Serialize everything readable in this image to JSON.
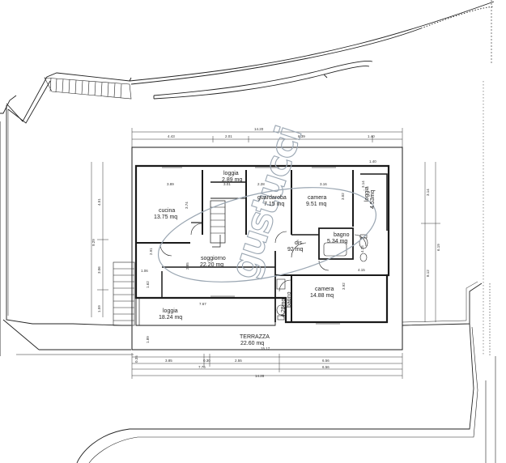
{
  "watermark": "gustucci",
  "rooms": [
    {
      "id": "cucina",
      "name": "cucina",
      "area": "13.75 mq"
    },
    {
      "id": "loggia-top",
      "name": "loggia",
      "area": "2.89  mq"
    },
    {
      "id": "guardaroba",
      "name": "guardaroba",
      "area": "7.15 mq"
    },
    {
      "id": "camera-top",
      "name": "camera",
      "area": "9.51 mq"
    },
    {
      "id": "loggia-right",
      "name": "loggia",
      "area": "4.53mq"
    },
    {
      "id": "dis",
      "name": "dis.",
      "area": "92 mq"
    },
    {
      "id": "bagno",
      "name": "bagno",
      "area": "5.34 mq"
    },
    {
      "id": "soggiorno",
      "name": "soggiorno",
      "area": "22.20 mq"
    },
    {
      "id": "camera-bot",
      "name": "camera",
      "area": "14.88 mq"
    },
    {
      "id": "bagno2",
      "name": "bagno",
      "area": "4.28mq"
    },
    {
      "id": "loggia-bot",
      "name": "loggia",
      "area": "18.24 mq"
    },
    {
      "id": "terrazza",
      "name": "TERRAZZA",
      "area": "22.60 mq"
    }
  ],
  "dimensions": {
    "top_total": "14.20",
    "top_parts": [
      "4.43",
      "2.01",
      "6.39",
      "1.40"
    ],
    "bottom_parts_a": [
      "3.85",
      "0.30",
      "2.55",
      "6.56"
    ],
    "bottom_parts_b": [
      "7.76",
      "6.56"
    ],
    "bottom_total": "14.28",
    "terrace_width": "15.17",
    "left_a": "4.51",
    "left_b": "3.06",
    "left_c": "1.59",
    "left_d": "9.29",
    "right_a": "3.14",
    "right_b": "6.19",
    "right_c": "8.12",
    "inner": [
      "3.89",
      "3.01",
      "2.28",
      "3.16",
      "3.74",
      "3.02",
      "7.67",
      "4.15",
      "3.92",
      "2.85",
      "1.40",
      "1.06",
      "1.62",
      "2.91",
      "3.14",
      "4.25",
      "0.35",
      "1.89"
    ]
  }
}
